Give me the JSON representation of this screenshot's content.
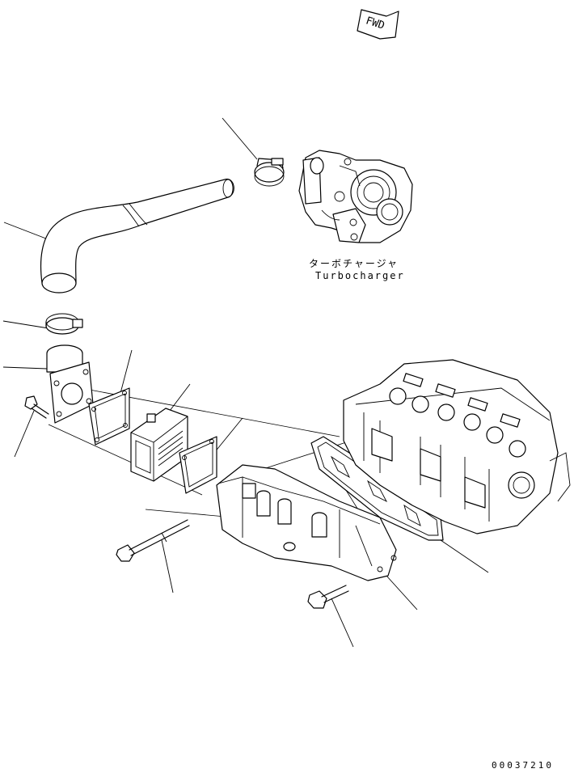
{
  "fwd_mark": "FWD",
  "turbocharger": {
    "label_jp": "ターボチャージャ",
    "label_en": "Turbocharger"
  },
  "drawing_number": "00037210"
}
